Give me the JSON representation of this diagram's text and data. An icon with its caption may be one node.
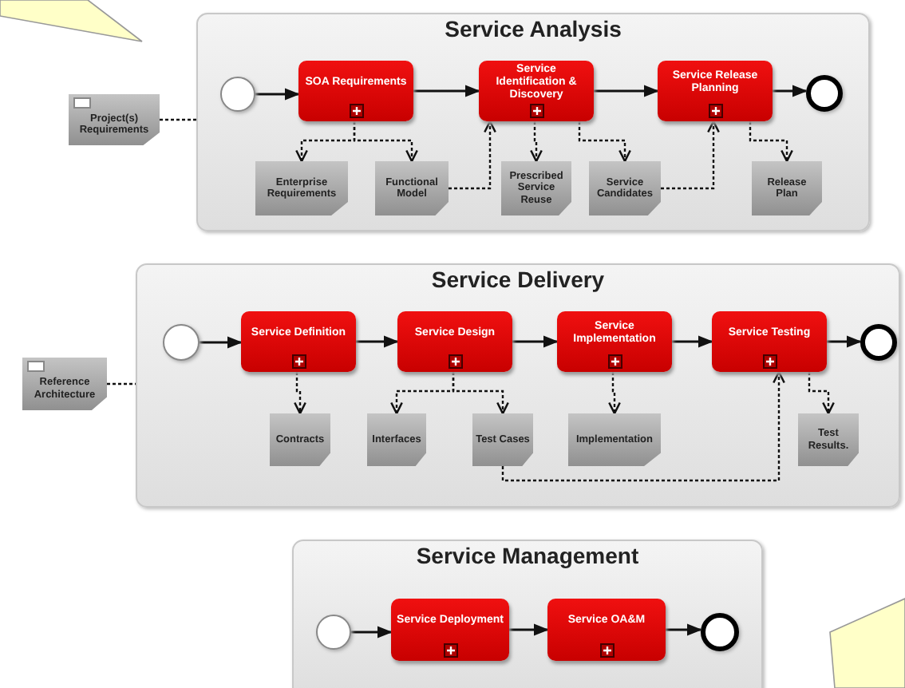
{
  "diagram": {
    "nodes": [
      {
        "text": [
          "Service Analysis"
        ]
      },
      {
        "text": [],
        "shape": "circle",
        "in": 0
      },
      {
        "text": [
          "SOA Requirements"
        ],
        "in": 0
      },
      {
        "text": [
          "Service Identification & Discovery"
        ],
        "in": 0
      },
      {
        "text": [
          "Service Release Planning"
        ],
        "in": 0
      },
      {
        "text": [],
        "shape": "circle",
        "in": 0
      },
      {
        "text": [
          "Enterprise Requirements"
        ],
        "in": 0
      },
      {
        "text": [
          "Functional Model"
        ],
        "in": 0
      },
      {
        "text": [
          "Prescribed Service Reuse"
        ],
        "in": 0
      },
      {
        "text": [
          "Service Candidates"
        ],
        "in": 0
      },
      {
        "text": [
          "Release Plan"
        ],
        "in": 0
      },
      {
        "text": [
          "Project(s) Requirements"
        ]
      },
      {
        "text": [
          "Service Delivery"
        ]
      },
      {
        "text": [],
        "shape": "circle",
        "in": 12
      },
      {
        "text": [
          "Service Definition"
        ],
        "in": 12
      },
      {
        "text": [
          "Service Design"
        ],
        "in": 12
      },
      {
        "text": [
          "Service Implementation"
        ],
        "in": 12
      },
      {
        "text": [
          "Service Testing"
        ],
        "in": 12
      },
      {
        "text": [],
        "shape": "circle",
        "in": 12
      },
      {
        "text": [
          "Contracts"
        ],
        "in": 12
      },
      {
        "text": [
          "Interfaces"
        ],
        "in": 12
      },
      {
        "text": [
          "Test Cases"
        ],
        "in": 12
      },
      {
        "text": [
          "Implementation"
        ],
        "in": 12
      },
      {
        "text": [
          "Test Results."
        ],
        "in": 12
      },
      {
        "text": [
          "Reference Architecture"
        ]
      },
      {
        "text": [
          "Service Management"
        ]
      },
      {
        "text": [],
        "shape": "circle",
        "in": 25
      },
      {
        "text": [
          "Service Deployment"
        ],
        "in": 25
      },
      {
        "text": [
          "Service OA&M"
        ],
        "in": 25
      },
      {
        "text": [],
        "shape": "circle",
        "in": 25
      },
      {
        "text": [],
        "shape": "callout"
      },
      {
        "text": [],
        "shape": "callout"
      }
    ],
    "edges": [
      {
        "from": 1,
        "to": 2,
        "arrow": "to"
      },
      {
        "from": 2,
        "to": 3,
        "arrow": "to"
      },
      {
        "from": 3,
        "to": 4,
        "arrow": "to"
      },
      {
        "from": 4,
        "to": 5,
        "arrow": "to"
      },
      {
        "from": 2,
        "to": 6,
        "arrow": "to",
        "style": "dashed"
      },
      {
        "from": 2,
        "to": 7,
        "arrow": "to",
        "style": "dashed"
      },
      {
        "from": 7,
        "to": 3,
        "arrow": "to",
        "style": "dashed"
      },
      {
        "from": 3,
        "to": 8,
        "arrow": "to",
        "style": "dashed"
      },
      {
        "from": 3,
        "to": 9,
        "arrow": "to",
        "style": "dashed"
      },
      {
        "from": 9,
        "to": 4,
        "arrow": "to",
        "style": "dashed"
      },
      {
        "from": 4,
        "to": 10,
        "arrow": "to",
        "style": "dashed"
      },
      {
        "from": 11,
        "to": 0,
        "arrow": "none",
        "style": "dashed"
      },
      {
        "from": 13,
        "to": 14,
        "arrow": "to"
      },
      {
        "from": 14,
        "to": 15,
        "arrow": "to"
      },
      {
        "from": 15,
        "to": 16,
        "arrow": "to"
      },
      {
        "from": 16,
        "to": 17,
        "arrow": "to"
      },
      {
        "from": 17,
        "to": 18,
        "arrow": "to"
      },
      {
        "from": 14,
        "to": 19,
        "arrow": "to",
        "style": "dashed"
      },
      {
        "from": 15,
        "to": 20,
        "arrow": "to",
        "style": "dashed"
      },
      {
        "from": 15,
        "to": 21,
        "arrow": "to",
        "style": "dashed"
      },
      {
        "from": 16,
        "to": 22,
        "arrow": "to",
        "style": "dashed"
      },
      {
        "from": 21,
        "to": 17,
        "arrow": "to",
        "style": "dashed"
      },
      {
        "from": 17,
        "to": 23,
        "arrow": "to",
        "style": "dashed"
      },
      {
        "from": 24,
        "to": 12,
        "arrow": "none",
        "style": "dashed"
      },
      {
        "from": 26,
        "to": 27,
        "arrow": "to"
      },
      {
        "from": 27,
        "to": 28,
        "arrow": "to"
      },
      {
        "from": 28,
        "to": 29,
        "arrow": "to"
      }
    ]
  }
}
